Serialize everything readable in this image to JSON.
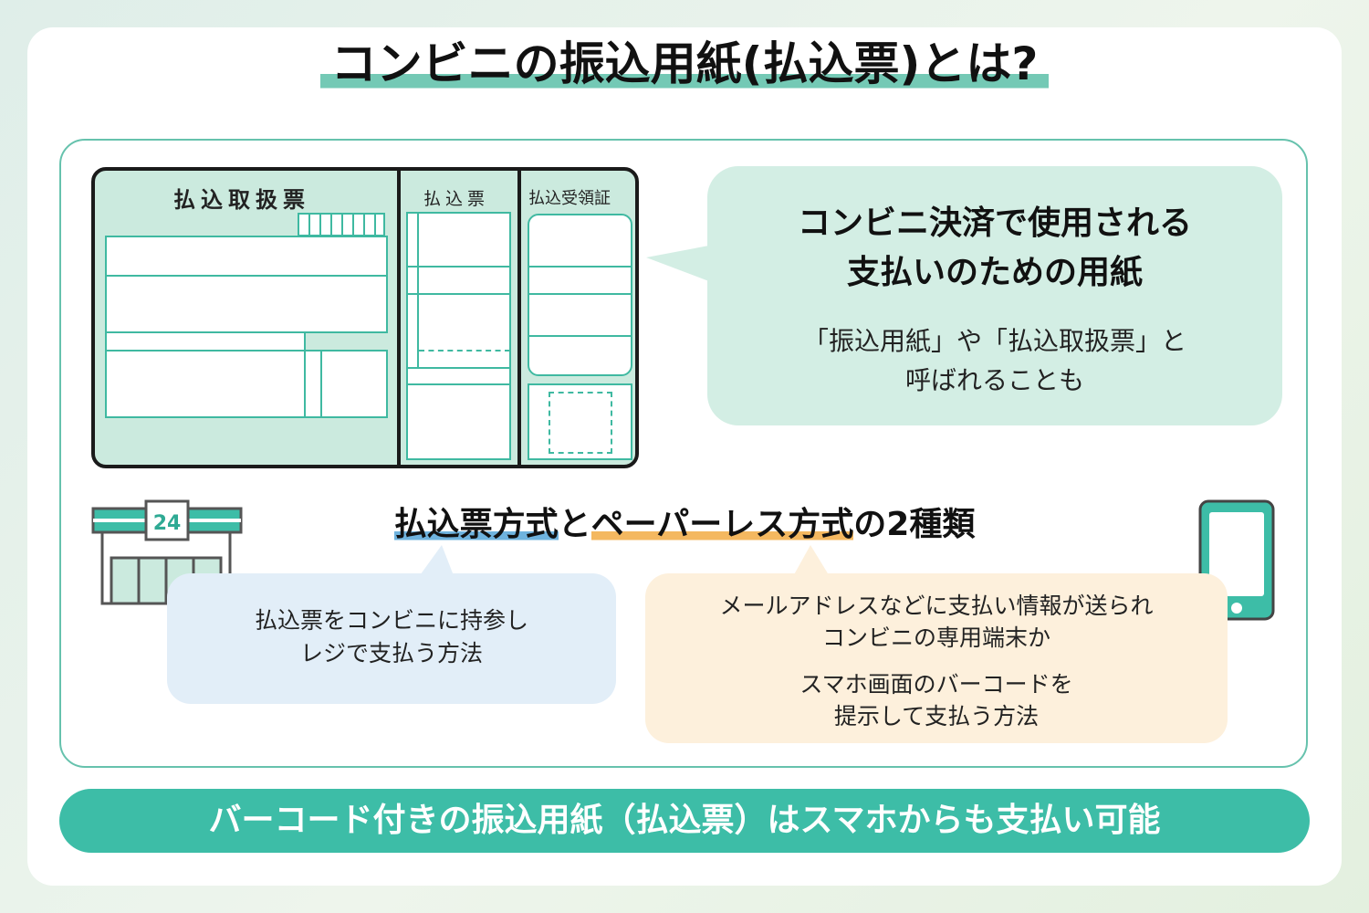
{
  "title": "コンビニの振込用紙(払込票)とは?",
  "slip": {
    "section_main": "払込取扱票",
    "section_middle": "払込票",
    "section_right": "払込受領証"
  },
  "description": {
    "heading_line1": "コンビニ決済で使用される",
    "heading_line2": "支払いのための用紙",
    "note_line1": "「振込用紙」や「払込取扱票」と",
    "note_line2": "呼ばれることも"
  },
  "store_icon": {
    "sign": "24",
    "icon": "convenience-store-icon"
  },
  "phone_icon": {
    "icon": "smartphone-icon"
  },
  "types": {
    "part1": "払込票方式",
    "part2": "と",
    "part3": "ペーパーレス方式",
    "part4": "の2種類"
  },
  "slip_method": {
    "line1": "払込票をコンビニに持参し",
    "line2": "レジで支払う方法"
  },
  "paperless_method": {
    "line1": "メールアドレスなどに支払い情報が送られ",
    "line2": "コンビニの専用端末か",
    "line3": "スマホ画面のバーコードを",
    "line4": "提示して支払う方法"
  },
  "banner": "バーコード付きの振込用紙（払込票）はスマホからも支払い可能",
  "colors": {
    "teal": "#3dbda7",
    "mint": "#cbeade",
    "blue_accent": "#6fb3de",
    "orange_accent": "#f4b860"
  }
}
